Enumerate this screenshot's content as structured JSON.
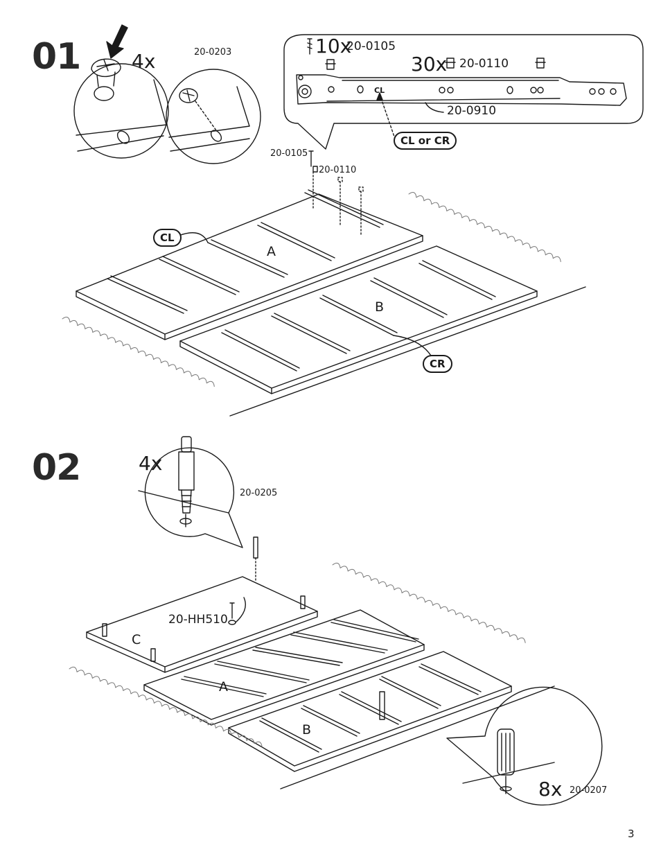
{
  "steps": [
    {
      "number": "01",
      "fittings": [
        {
          "qty": "4x",
          "part": "20-0203"
        },
        {
          "qty": "10x",
          "part": "20-0105"
        },
        {
          "qty": "30x",
          "part": "20-0110"
        }
      ],
      "slide_part": "20-0910",
      "slide_side_mark": "CL",
      "slide_choice_label": "CL or CR",
      "main_parts": [
        "20-0105",
        "20-0110"
      ],
      "panels": [
        "A",
        "B"
      ],
      "side_labels": [
        "CL",
        "CR"
      ]
    },
    {
      "number": "02",
      "fittings": [
        {
          "qty": "4x",
          "part": "20-0205"
        },
        {
          "qty": "8x",
          "part": "20-0207"
        }
      ],
      "hinge_part": "20-HH510",
      "panels": [
        "C",
        "A",
        "B"
      ]
    }
  ],
  "page_number": "3"
}
